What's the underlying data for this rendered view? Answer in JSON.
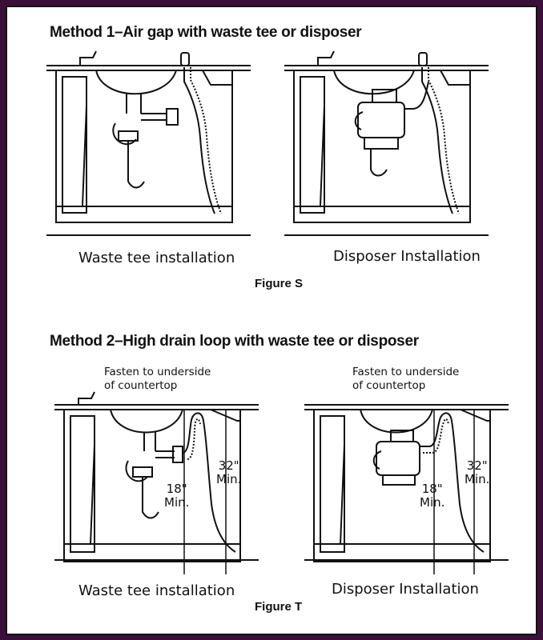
{
  "method1": {
    "heading": "Method 1–Air gap with waste tee or disposer",
    "left_caption": "Waste tee installation",
    "right_caption": "Disposer Installation",
    "figure_label": "Figure S"
  },
  "method2": {
    "heading": "Method 2–High drain loop with waste tee or disposer",
    "left_caption": "Waste tee installation",
    "right_caption": "Disposer Installation",
    "figure_label": "Figure T",
    "fasten_note_line1": "Fasten to underside",
    "fasten_note_line2": "of countertop",
    "min_18": "18\"",
    "min_32": "32\"",
    "min_word": "Min."
  },
  "colors": {
    "border": "#3a0f3a",
    "ink": "#111111",
    "paper": "#ffffff"
  }
}
